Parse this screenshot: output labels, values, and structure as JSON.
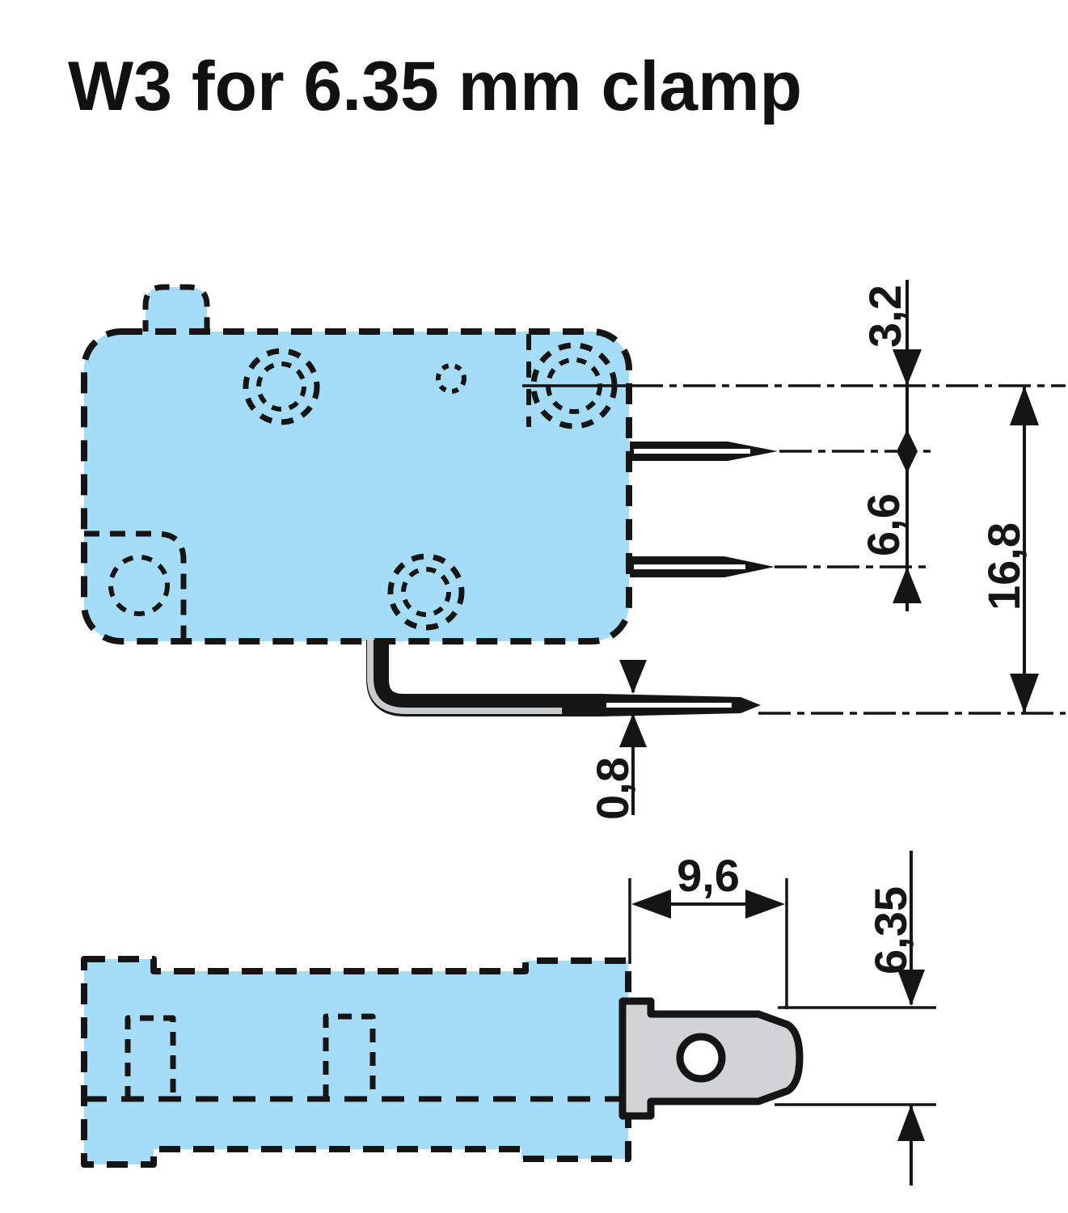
{
  "title": "W3 for 6.35 mm clamp",
  "dimensions": {
    "dim_3_2": {
      "label": "3,2"
    },
    "dim_6_6": {
      "label": "6,6"
    },
    "dim_16_8": {
      "label": "16,8"
    },
    "dim_0_8": {
      "label": "0,8"
    },
    "dim_9_6": {
      "label": "9,6"
    },
    "dim_6_35": {
      "label": "6,35"
    }
  },
  "colors": {
    "housing": "#A5DCF7",
    "blade": "#D2D3D5",
    "ink": "#151515",
    "background": "#FFFFFF"
  }
}
